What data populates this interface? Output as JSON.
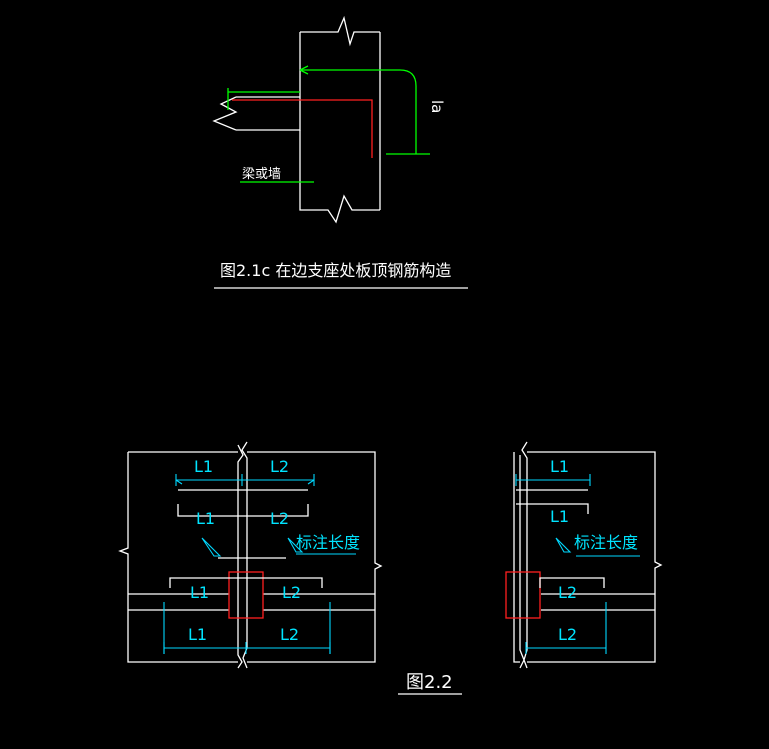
{
  "figure1": {
    "caption": "图2.1c  在边支座处板顶钢筋构造",
    "beam_label": "梁或墙",
    "dim_label": "la"
  },
  "figure2": {
    "caption": "图2.2",
    "left": {
      "labels": [
        "L1",
        "L2",
        "L1",
        "L2",
        "L1",
        "L2",
        "L1",
        "L2"
      ],
      "note": "标注长度"
    },
    "right": {
      "labels": [
        "L1",
        "L1",
        "L2",
        "L2"
      ],
      "note": "标注长度"
    }
  },
  "colors": {
    "background": "#000000",
    "outline": "#ffffff",
    "rebar_green": "#00ff00",
    "rebar_red": "#ff2020",
    "dimension_cyan": "#00d8ff"
  }
}
